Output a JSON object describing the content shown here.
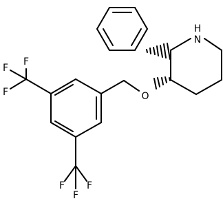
{
  "molecule": {
    "atoms": {
      "N": "N",
      "H": "H",
      "O": "O",
      "F1": "F",
      "F2": "F",
      "F3": "F",
      "F4": "F",
      "F5": "F",
      "F6": "F"
    },
    "colors": {
      "bond": "#000000",
      "label": "#000000",
      "background": "#ffffff"
    }
  }
}
